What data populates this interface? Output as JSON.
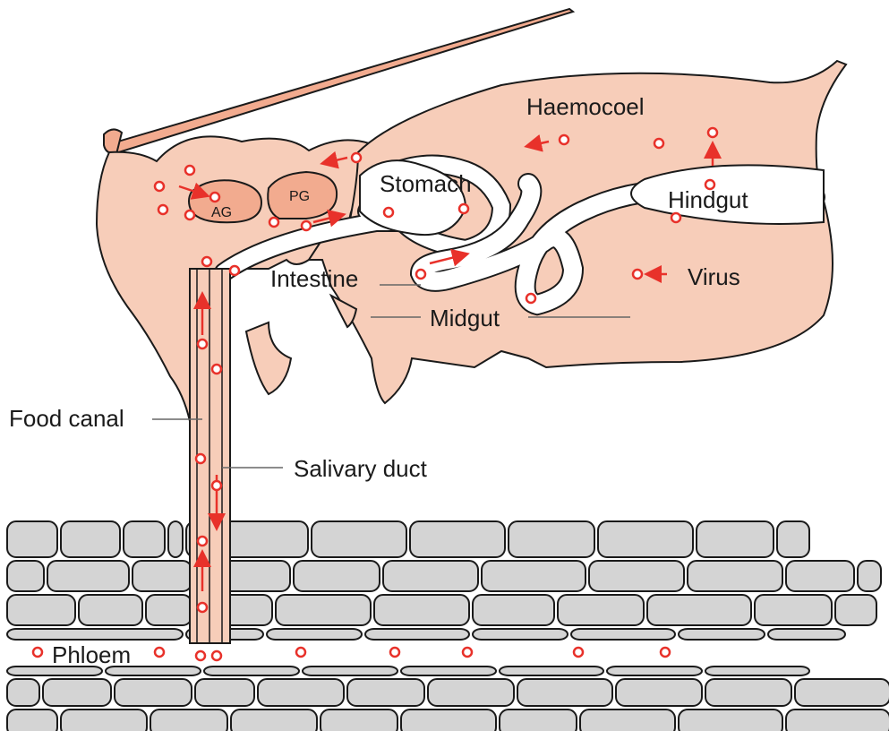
{
  "labels": {
    "haemocoel": "Haemocoel",
    "stomach": "Stomach",
    "pg": "PG",
    "ag": "AG",
    "hindgut": "Hindgut",
    "intestine": "Intestine",
    "virus": "Virus",
    "midgut": "Midgut",
    "food_canal": "Food canal",
    "salivary_duct": "Salivary duct",
    "phloem": "Phloem"
  },
  "colors": {
    "body_fill": "#f7cdb9",
    "gland_fill": "#f2ab8f",
    "outline": "#1a1a1a",
    "virus": "#e8312a",
    "cell_fill": "#d4d4d4"
  }
}
